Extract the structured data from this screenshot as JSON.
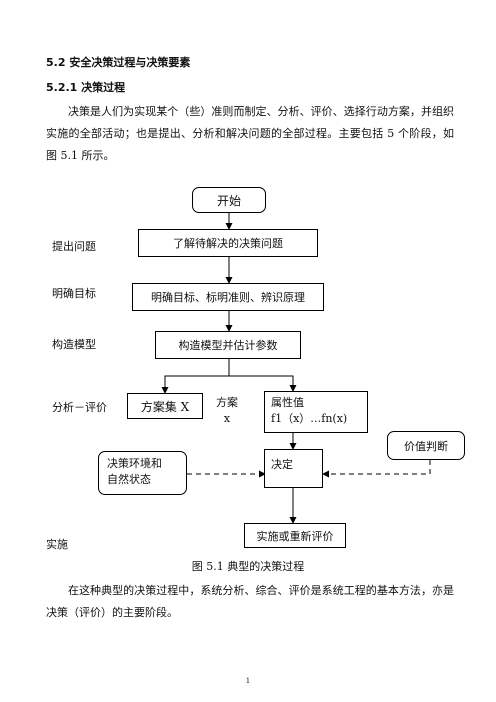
{
  "section_title": "5.2  安全决策过程与决策要素",
  "subsection_title": "5.2.1 决策过程",
  "paragraph1": "决策是人们为实现某个（些）准则而制定、分析、评价、选择行动方案，并组织实施的全部活动；也是提出、分析和解决问题的全部过程。主要包括 5 个阶段，如图 5.1 所示。",
  "flowchart": {
    "start": "开始",
    "stages": {
      "propose": "提出问题",
      "goal": "明确目标",
      "model": "构造模型",
      "analyze": "分析－评价",
      "implement": "实施"
    },
    "boxes": {
      "understand": "了解待解决的决策问题",
      "clarify": "明确目标、标明准则、辨识原理",
      "construct": "构造模型并估计参数",
      "scheme_set": "方案集 X",
      "scheme_label_line1": "方案",
      "scheme_label_line2": "x",
      "attribute_line1": "属性值",
      "attribute_line2": "f1（x）…fn(x)",
      "environment_line1": "决策环境和",
      "environment_line2": "自然状态",
      "decide": "决定",
      "value_judgment": "价值判断",
      "implement_box": "实施或重新评价"
    }
  },
  "figure_caption": "图 5.1  典型的决策过程",
  "paragraph2": "在这种典型的决策过程中，系统分析、综合、评价是系统工程的基本方法，亦是决策（评价）的主要阶段。",
  "page_number": "1"
}
